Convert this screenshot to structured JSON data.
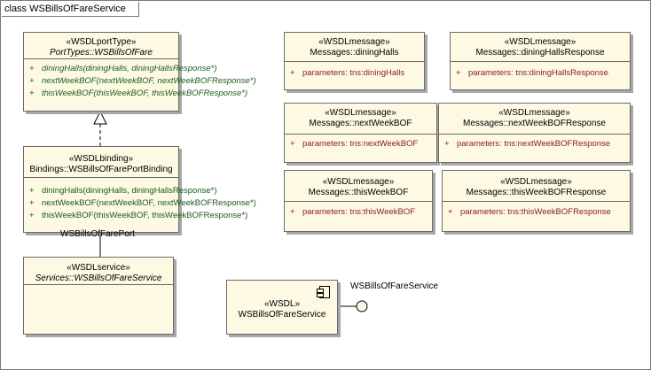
{
  "frame": {
    "title": "class WSBillsOfFareService"
  },
  "porttype": {
    "stereotype": "«WSDLportType»",
    "name": "PortTypes::WSBillsOfFare",
    "ops": [
      "diningHalls(diningHalls, diningHallsResponse*)",
      "nextWeekBOF(nextWeekBOF, nextWeekBOFResponse*)",
      "thisWeekBOF(thisWeekBOF, thisWeekBOFResponse*)"
    ]
  },
  "binding": {
    "stereotype": "«WSDLbinding»",
    "name": "Bindings::WSBillsOfFarePortBinding",
    "ops": [
      "diningHalls(diningHalls, diningHallsResponse*)",
      "nextWeekBOF(nextWeekBOF, nextWeekBOFResponse*)",
      "thisWeekBOF(thisWeekBOF, thisWeekBOFResponse*)"
    ]
  },
  "port_label": "WSBillsOfFarePort",
  "service": {
    "stereotype": "«WSDLservice»",
    "name": "Services::WSBillsOfFareService"
  },
  "messages": [
    {
      "stereotype": "«WSDLmessage»",
      "name": "Messages::diningHalls",
      "attr": "parameters:  tns:diningHalls"
    },
    {
      "stereotype": "«WSDLmessage»",
      "name": "Messages::diningHallsResponse",
      "attr": "parameters:  tns:diningHallsResponse"
    },
    {
      "stereotype": "«WSDLmessage»",
      "name": "Messages::nextWeekBOF",
      "attr": "parameters:  tns:nextWeekBOF"
    },
    {
      "stereotype": "«WSDLmessage»",
      "name": "Messages::nextWeekBOFResponse",
      "attr": "parameters:  tns:nextWeekBOFResponse"
    },
    {
      "stereotype": "«WSDLmessage»",
      "name": "Messages::thisWeekBOF",
      "attr": "parameters:  tns:thisWeekBOF"
    },
    {
      "stereotype": "«WSDLmessage»",
      "name": "Messages::thisWeekBOFResponse",
      "attr": "parameters:  tns:thisWeekBOFResponse"
    }
  ],
  "component": {
    "stereotype": "«WSDL»",
    "name": "WSBillsOfFareService",
    "interface_label": "WSBillsOfFareService"
  },
  "plus_sign": "+"
}
